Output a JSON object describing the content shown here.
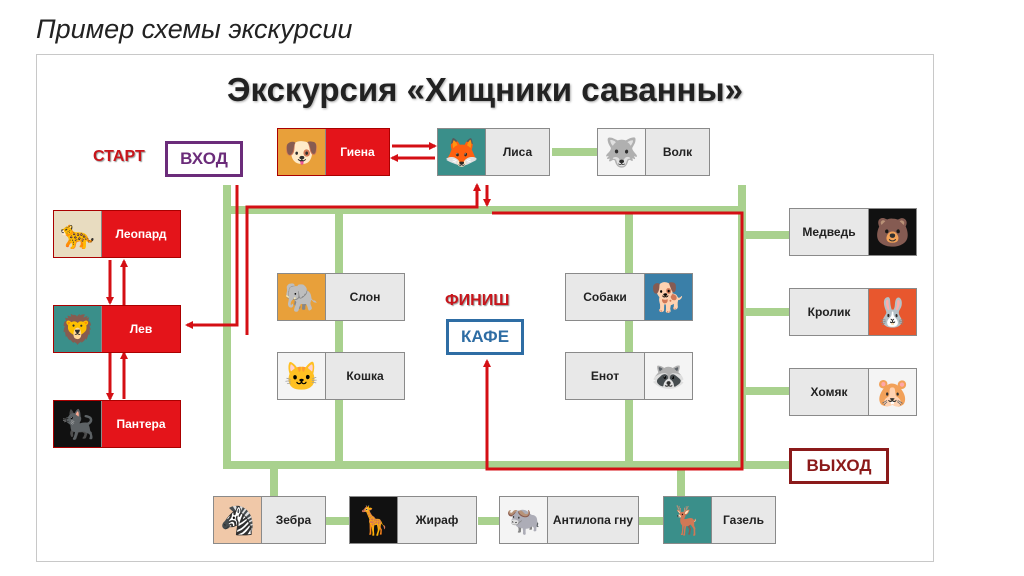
{
  "slide_title": "Пример схемы экскурсии",
  "diagram_title": "Экскурсия «Хищники саванны»",
  "labels": {
    "start": "СТАРТ",
    "entrance": "ВХОД",
    "finish": "ФИНИШ",
    "cafe": "КАФЕ",
    "exit": "ВЫХОД"
  },
  "colors": {
    "route_red": "#d40f14",
    "path_green": "#a9d18e",
    "highlight_red": "#e4141a",
    "entrance_purple": "#6b2c7a",
    "cafe_blue": "#2e6da4",
    "exit_maroon": "#8b1a1a"
  },
  "nodes": {
    "hyena": {
      "label": "Гиена",
      "icon": "hyena-icon",
      "glyph": "🐶"
    },
    "fox": {
      "label": "Лиса",
      "icon": "fox-icon",
      "glyph": "🦊"
    },
    "wolf": {
      "label": "Волк",
      "icon": "wolf-icon",
      "glyph": "🐺"
    },
    "leopard": {
      "label": "Леопард",
      "icon": "leopard-icon",
      "glyph": "🐆"
    },
    "lion": {
      "label": "Лев",
      "icon": "lion-icon",
      "glyph": "🦁"
    },
    "panther": {
      "label": "Пантера",
      "icon": "panther-icon",
      "glyph": "🐈‍⬛"
    },
    "elephant": {
      "label": "Слон",
      "icon": "elephant-icon",
      "glyph": "🐘"
    },
    "cat": {
      "label": "Кошка",
      "icon": "cat-icon",
      "glyph": "🐱"
    },
    "dogs": {
      "label": "Собаки",
      "icon": "dog-icon",
      "glyph": "🐕"
    },
    "raccoon": {
      "label": "Енот",
      "icon": "raccoon-icon",
      "glyph": "🦝"
    },
    "bear": {
      "label": "Медведь",
      "icon": "bear-icon",
      "glyph": "🐻"
    },
    "rabbit": {
      "label": "Кролик",
      "icon": "rabbit-icon",
      "glyph": "🐰"
    },
    "hamster": {
      "label": "Хомяк",
      "icon": "hamster-icon",
      "glyph": "🐹"
    },
    "zebra": {
      "label": "Зебра",
      "icon": "zebra-icon",
      "glyph": "🦓"
    },
    "giraffe": {
      "label": "Жираф",
      "icon": "giraffe-icon",
      "glyph": "🦒"
    },
    "wildebeest": {
      "label": "Антилопа гну",
      "icon": "wildebeest-icon",
      "glyph": "🐃"
    },
    "gazelle": {
      "label": "Газель",
      "icon": "gazelle-icon",
      "glyph": "🦌"
    }
  }
}
